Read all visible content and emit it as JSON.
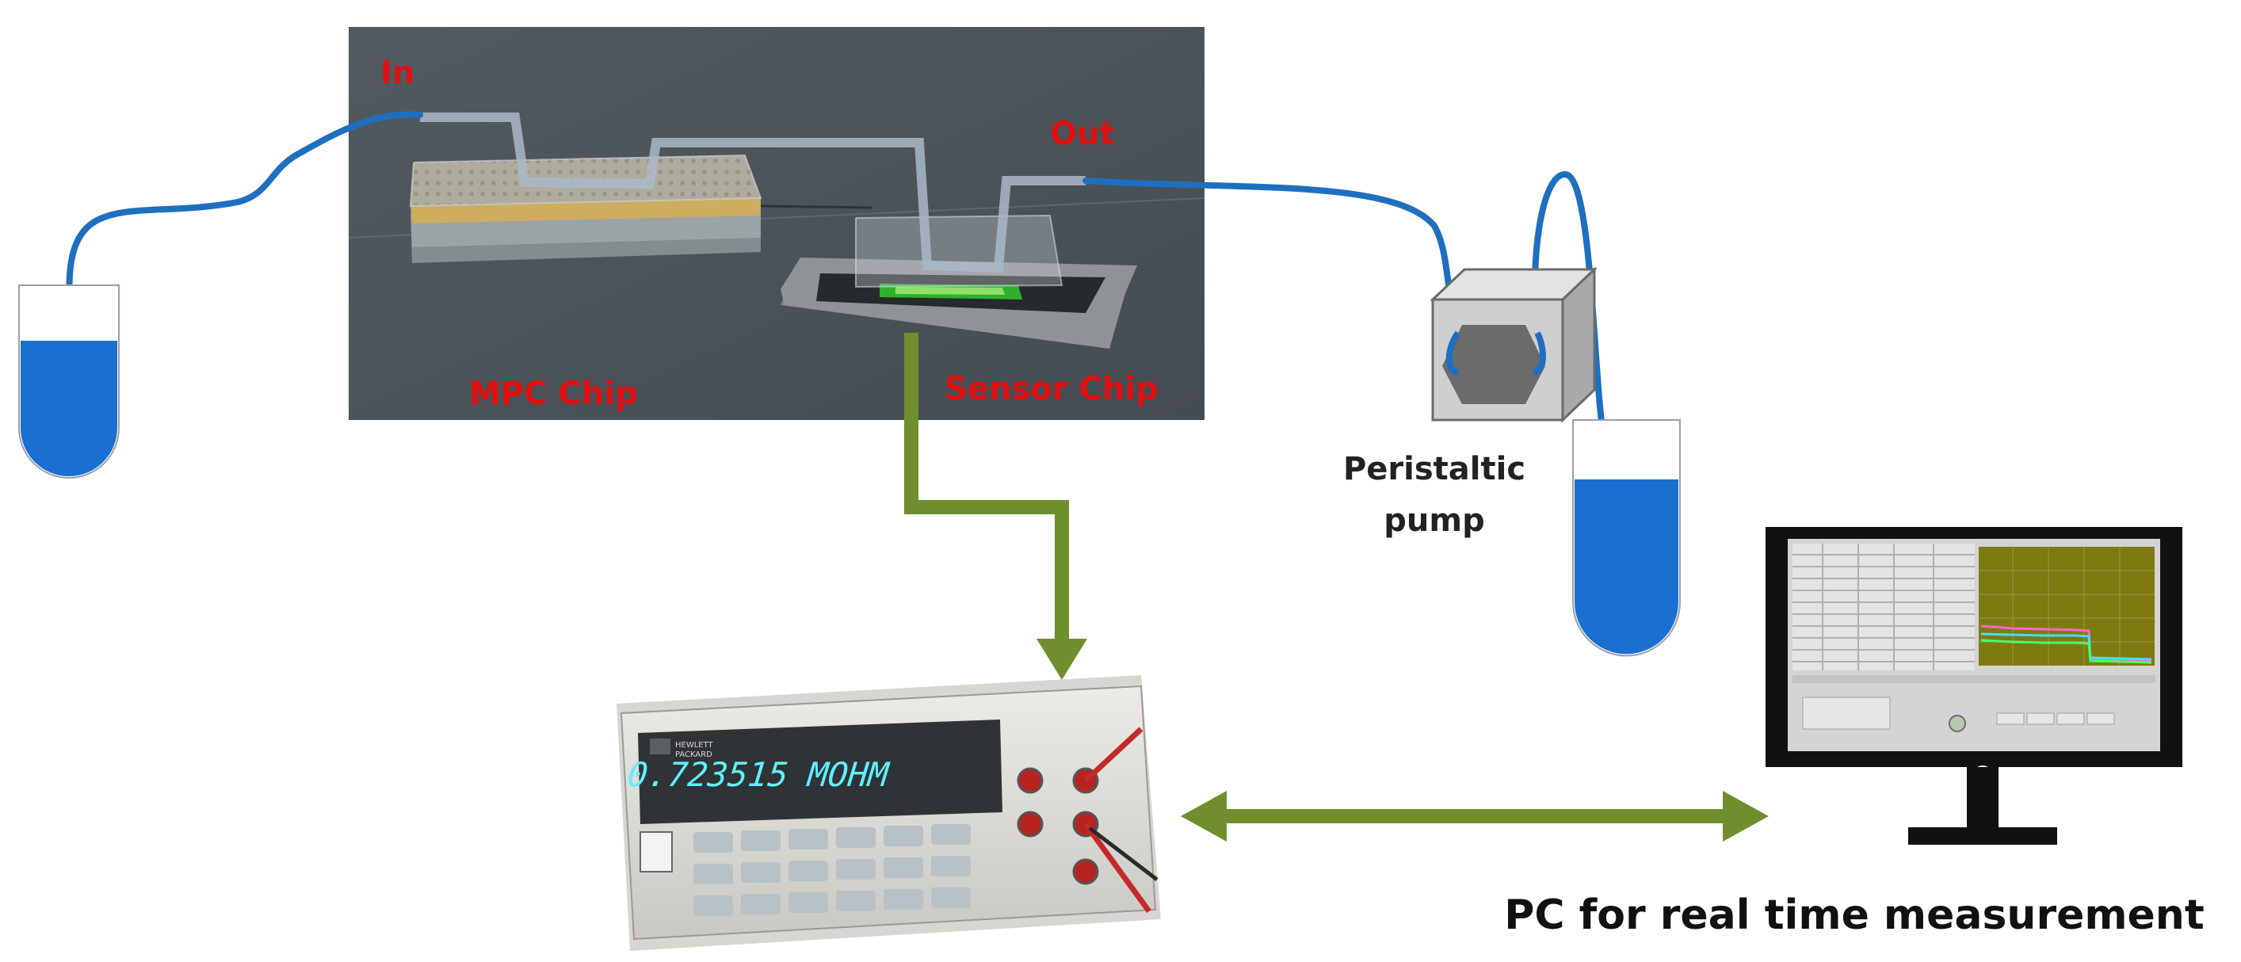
{
  "labels": {
    "in": "In",
    "out": "Out",
    "mpc_chip": "MPC Chip",
    "sensor_chip": "Sensor Chip",
    "pump_line1": "Peristaltic",
    "pump_line2": "pump",
    "pc": "PC for real time measurement"
  },
  "multimeter": {
    "brand_line1": "HEWLETT",
    "brand_line2": "PACKARD",
    "display": "0.723515 MOHM"
  },
  "colors": {
    "tube": "#1f6fc0",
    "liquid": "#1a6fd1",
    "label_red": "#e01010",
    "arrow_green": "#6f8f2e",
    "render_bg": "#4d5459",
    "plot_bg": "#7e7a10"
  }
}
